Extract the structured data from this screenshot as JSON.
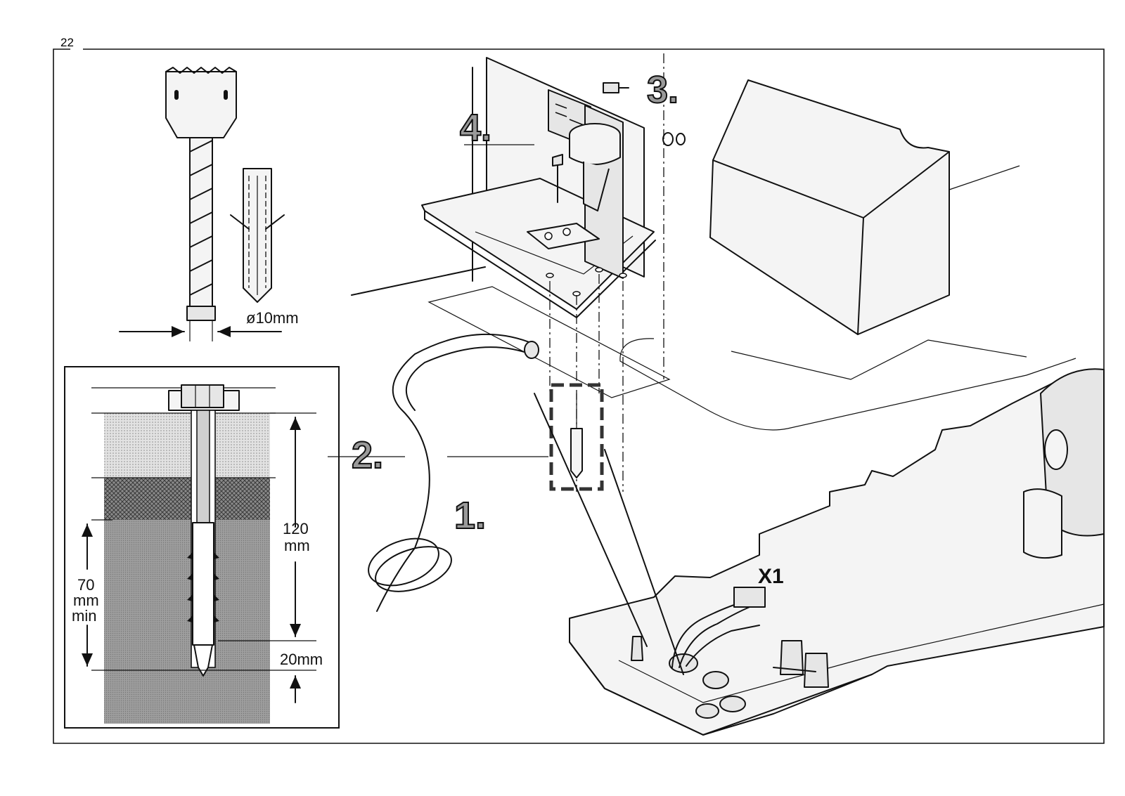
{
  "figure": {
    "number": "22",
    "steps": [
      "1.",
      "2.",
      "3.",
      "4."
    ],
    "labels": {
      "drill_diameter": "ø10mm",
      "depth_total_value": "120",
      "depth_total_unit": "mm",
      "embed_min_1": "70",
      "embed_min_2": "mm",
      "embed_min_3": "min",
      "tip_clearance": "20mm",
      "connector": "X1"
    }
  },
  "colors": {
    "line": "#111111",
    "step_fill": "#9a9a9a",
    "concrete": "#9c9c9c",
    "screed": "#d2d2d2",
    "mesh": "#6f6f6f"
  }
}
